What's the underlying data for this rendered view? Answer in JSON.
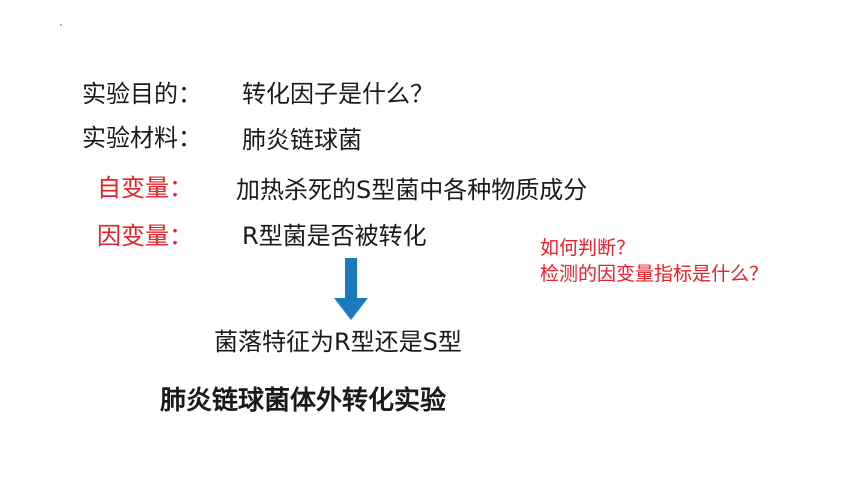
{
  "rows": [
    {
      "label": "实验目的：",
      "value": "转化因子是什么？"
    },
    {
      "label": "实验材料：",
      "value": "肺炎链球菌"
    },
    {
      "label": "自变量：",
      "value": "加热杀死的S型菌中各种物质成分"
    },
    {
      "label": "因变量：",
      "value": "R型菌是否被转化"
    }
  ],
  "note": {
    "line1": "如何判断？",
    "line2": "检测的因变量指标是什么？"
  },
  "result": "菌落特征为R型还是S型",
  "title": "肺炎链球菌体外转化实验",
  "colors": {
    "text": "#1a1a1a",
    "red": "#e8202a",
    "arrow": "#1b7bbf"
  }
}
